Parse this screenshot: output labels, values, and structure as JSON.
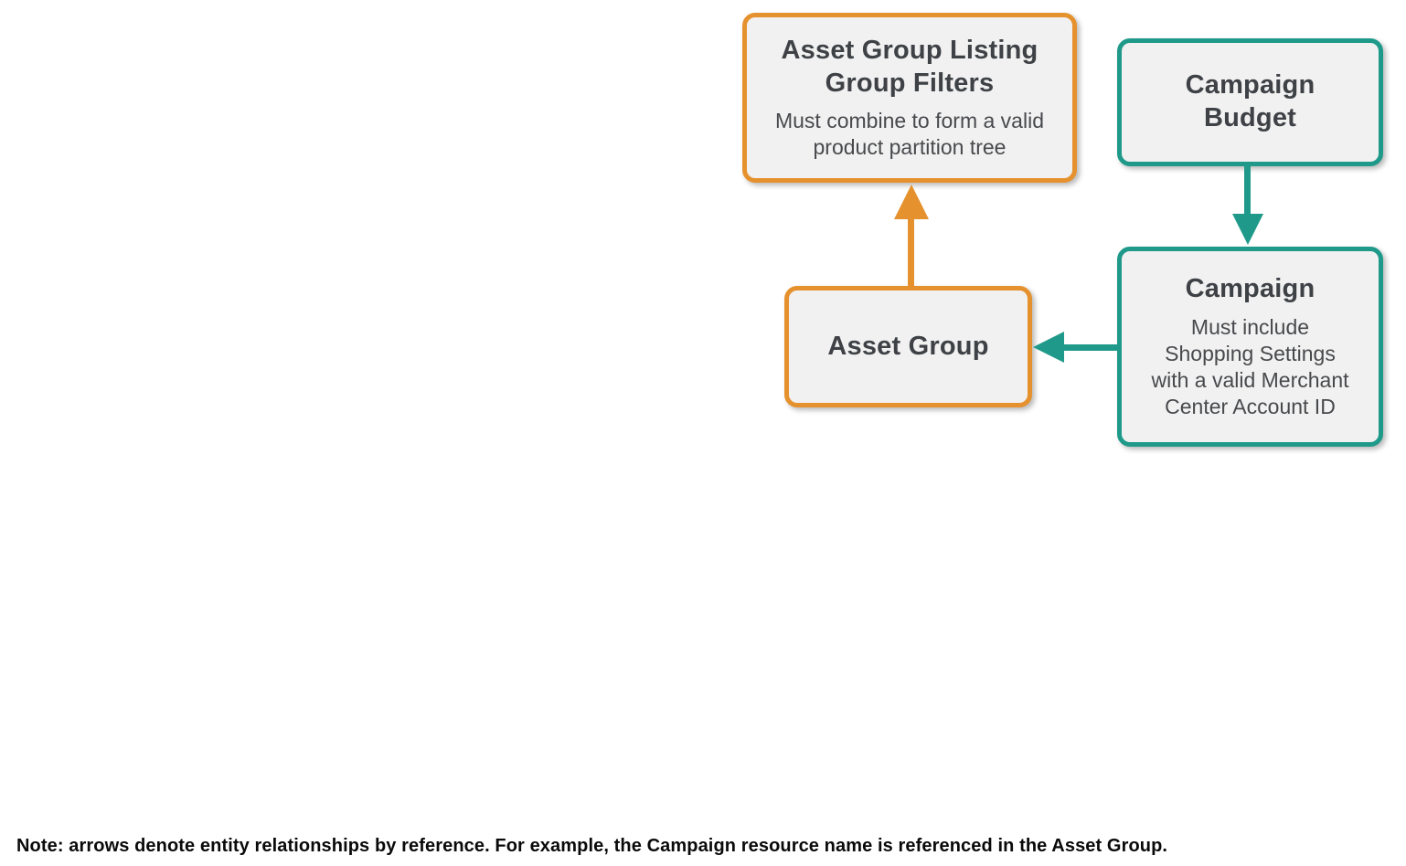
{
  "diagram": {
    "boxes": [
      {
        "id": "asset-group-listing-group-filters",
        "title": "Asset Group Listing\nGroup Filters",
        "subtitle": "Must combine to form a valid\nproduct partition tree",
        "accent": "orange"
      },
      {
        "id": "campaign-budget",
        "title": "Campaign\nBudget",
        "subtitle": "",
        "accent": "teal"
      },
      {
        "id": "campaign",
        "title": "Campaign",
        "subtitle": "Must include\nShopping Settings\nwith a valid Merchant\nCenter Account ID",
        "accent": "teal"
      },
      {
        "id": "asset-group",
        "title": "Asset Group",
        "subtitle": "",
        "accent": "orange"
      }
    ],
    "arrows": [
      {
        "from": "asset-group",
        "to": "asset-group-listing-group-filters",
        "direction": "up",
        "color": "#e5912e"
      },
      {
        "from": "campaign-budget",
        "to": "campaign",
        "direction": "down",
        "color": "#1f9a8a"
      },
      {
        "from": "campaign",
        "to": "asset-group",
        "direction": "left",
        "color": "#1f9a8a"
      }
    ],
    "colors": {
      "orange_accent": "#e5912e",
      "teal_accent": "#1f9a8a",
      "box_fill": "#f1f1f1",
      "title_text": "#3e4145",
      "body_text": "#47494c",
      "note_text": "#0a0a0a",
      "background": "#ffffff"
    }
  },
  "note": "Note: arrows denote entity relationships by reference. For example, the Campaign resource name is referenced in the Asset Group."
}
